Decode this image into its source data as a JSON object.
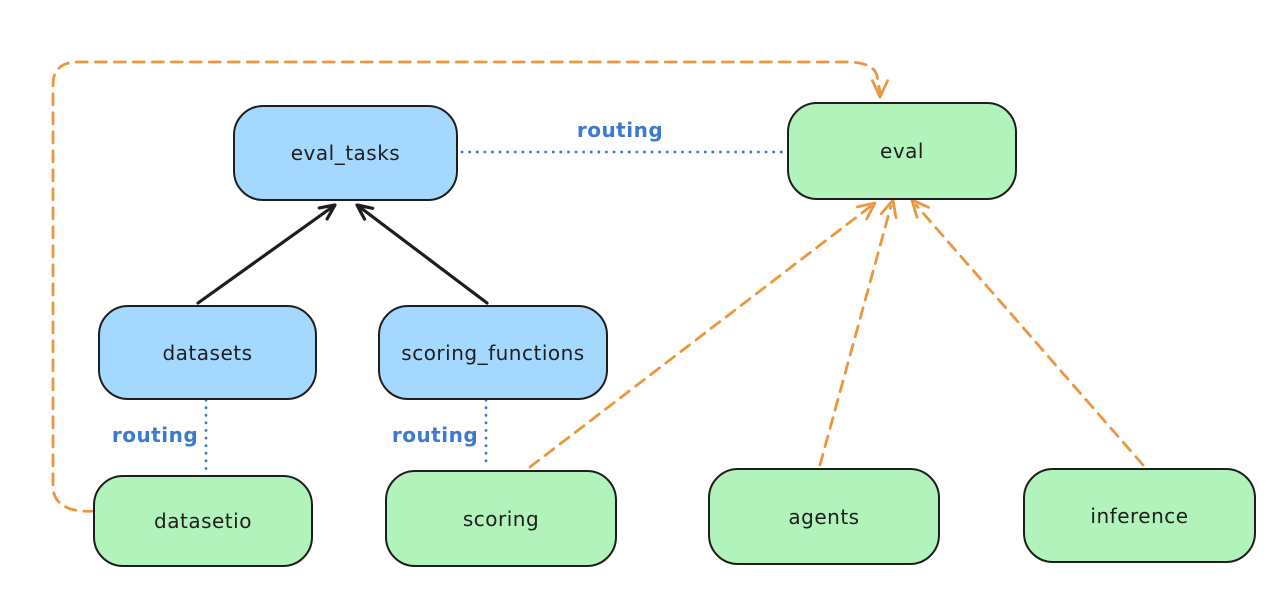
{
  "colors": {
    "canvas_bg": "#ffffff",
    "ink": "#1e1e1e",
    "blue_fill": "#a5d8ff",
    "green_fill": "#b2f2bb",
    "routing_blue": "#3b7ad0",
    "orange": "#ea973e"
  },
  "nodes": {
    "eval_tasks": {
      "label": "eval_tasks",
      "color": "blue"
    },
    "eval": {
      "label": "eval",
      "color": "green"
    },
    "datasets": {
      "label": "datasets",
      "color": "blue"
    },
    "scoring_functions": {
      "label": "scoring_functions",
      "color": "blue"
    },
    "datasetio": {
      "label": "datasetio",
      "color": "green"
    },
    "scoring": {
      "label": "scoring",
      "color": "green"
    },
    "agents": {
      "label": "agents",
      "color": "green"
    },
    "inference": {
      "label": "inference",
      "color": "green"
    }
  },
  "routing_labels": {
    "eval_tasks_eval": "routing",
    "datasets_datasetio": "routing",
    "scoring_functions_scoring": "routing"
  },
  "edges": [
    {
      "from": "datasets",
      "to": "eval_tasks",
      "style": "solid-black-arrow"
    },
    {
      "from": "scoring_functions",
      "to": "eval_tasks",
      "style": "solid-black-arrow"
    },
    {
      "from": "eval_tasks",
      "to": "eval",
      "style": "dotted-blue",
      "label": "routing"
    },
    {
      "from": "datasets",
      "to": "datasetio",
      "style": "dotted-blue",
      "label": "routing"
    },
    {
      "from": "scoring_functions",
      "to": "scoring",
      "style": "dotted-blue",
      "label": "routing"
    },
    {
      "from": "datasetio",
      "to": "eval",
      "style": "dashed-orange-arrow"
    },
    {
      "from": "scoring",
      "to": "eval",
      "style": "dashed-orange-arrow"
    },
    {
      "from": "agents",
      "to": "eval",
      "style": "dashed-orange-arrow"
    },
    {
      "from": "inference",
      "to": "eval",
      "style": "dashed-orange-arrow"
    }
  ]
}
